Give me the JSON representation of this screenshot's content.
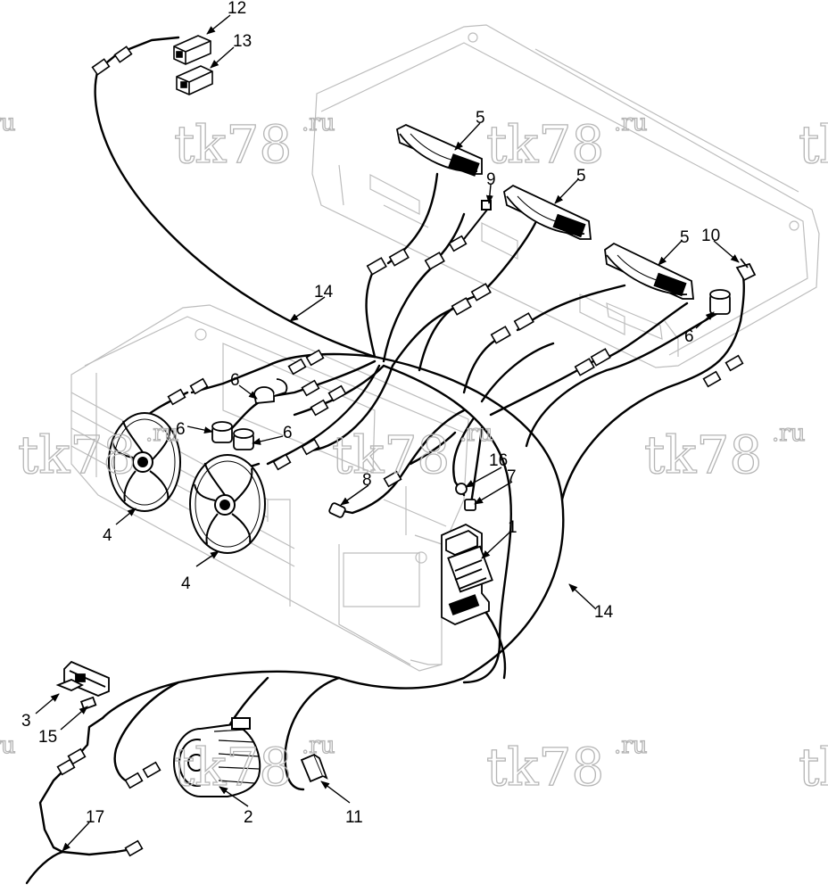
{
  "watermark": {
    "brand": "tk78",
    "suffix": ".ru",
    "color": "#bdbdbd"
  },
  "callouts": {
    "c1": "1",
    "c2": "2",
    "c3": "3",
    "c4a": "4",
    "c4b": "4",
    "c5a": "5",
    "c5b": "5",
    "c5c": "5",
    "c6a": "6",
    "c6b": "6",
    "c6c": "6",
    "c6d": "6",
    "c7": "7",
    "c8": "8",
    "c9": "9",
    "c10": "10",
    "c11": "11",
    "c12": "12",
    "c13": "13",
    "c14a": "14",
    "c14b": "14",
    "c15": "15",
    "c16": "16",
    "c17": "17"
  },
  "colors": {
    "outline": "#bfbfbf",
    "wire": "#000000",
    "part": "#111111"
  }
}
